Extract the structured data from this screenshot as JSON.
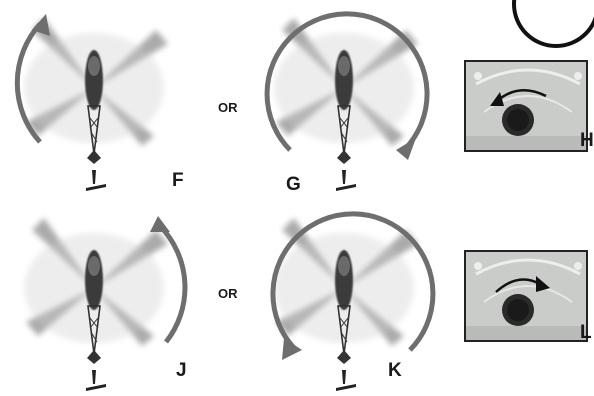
{
  "labels": {
    "F": "F",
    "G": "G",
    "H": "H",
    "J": "J",
    "K": "K",
    "L": "L"
  },
  "or_text": "OR",
  "colors": {
    "arrow": "#6e6e6e",
    "blade": "#8f8f8f",
    "body": "#3a3a3a",
    "panel_bg": "#c9ccc8",
    "knob": "#2a2a2a"
  },
  "icons": {
    "rotation_arrow": "curved-arrow-icon",
    "helicopter": "helicopter-top-view-icon",
    "knob": "trim-knob-icon"
  }
}
